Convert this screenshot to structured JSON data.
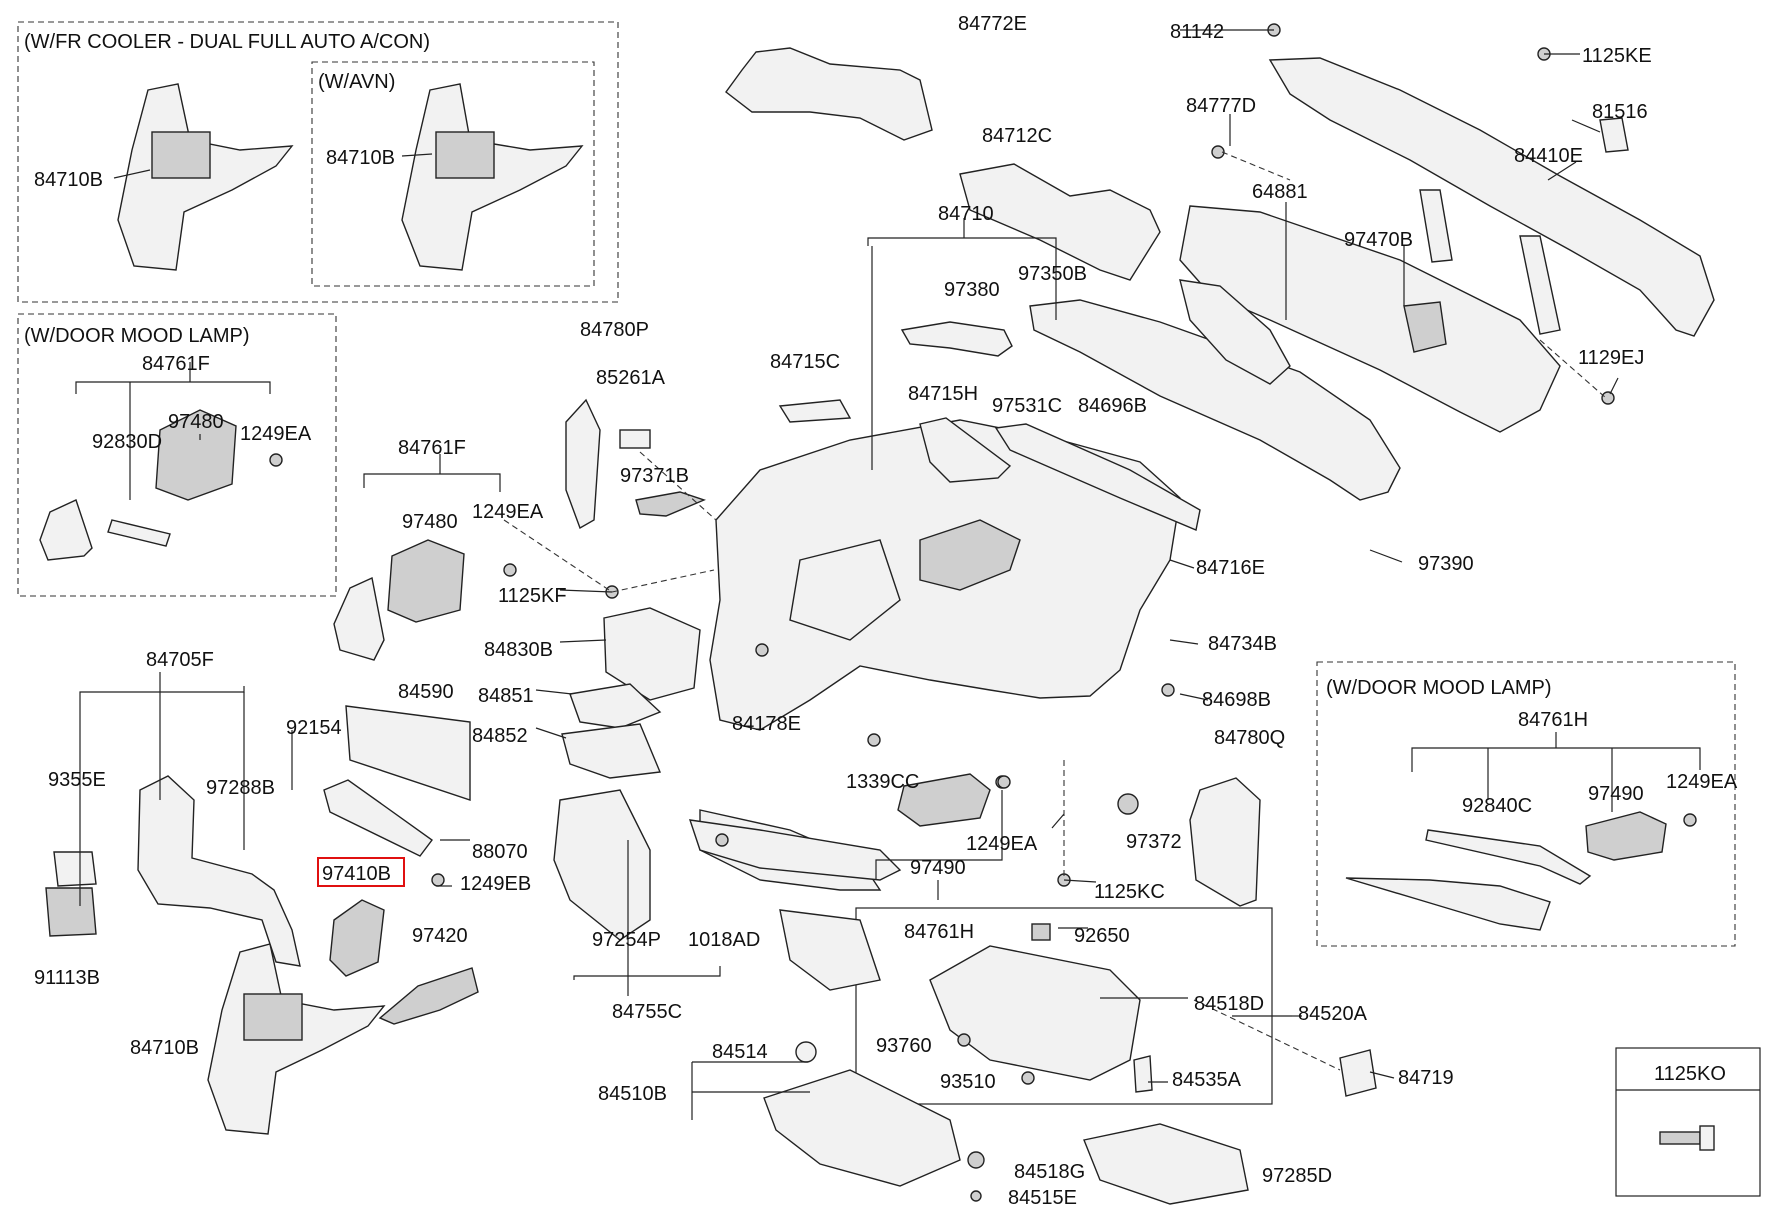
{
  "diagram": {
    "variant_boxes": {
      "fr_cooler": "(W/FR COOLER - DUAL FULL AUTO A/CON)",
      "avn": "(W/AVN)",
      "door_mood_left": "(W/DOOR MOOD LAMP)",
      "door_mood_right": "(W/DOOR MOOD LAMP)"
    },
    "selected_part": "97410B",
    "colors": {
      "highlight": "#e01010",
      "line": "#222222"
    },
    "labels": [
      "84710B",
      "84710B",
      "84761F",
      "92830D",
      "97480",
      "1249EA",
      "84761F",
      "97480",
      "1249EA",
      "1125KF",
      "84772E",
      "84712C",
      "84710",
      "97380",
      "97350B",
      "84780P",
      "85261A",
      "97371B",
      "84715C",
      "84715H",
      "97531C",
      "84696B",
      "84830B",
      "84851",
      "84852",
      "84590",
      "84178E",
      "84705F",
      "92154",
      "9355E",
      "97288B",
      "88070",
      "97410B",
      "1249EB",
      "91113B",
      "97420",
      "84710B",
      "97254P",
      "1018AD",
      "84755C",
      "1339CC",
      "1249EA",
      "97490",
      "84761H",
      "1125KC",
      "97372",
      "84780Q",
      "84698B",
      "84734B",
      "84716E",
      "97390",
      "81142",
      "1125KE",
      "84777D",
      "81516",
      "64881",
      "84410E",
      "97470B",
      "1129EJ",
      "84761H",
      "92840C",
      "97490",
      "1249EA",
      "92650",
      "84518D",
      "84520A",
      "93760",
      "93510",
      "84535A",
      "84719",
      "84514",
      "84510B",
      "84518G",
      "84515E",
      "97285D",
      "1125KO"
    ]
  }
}
